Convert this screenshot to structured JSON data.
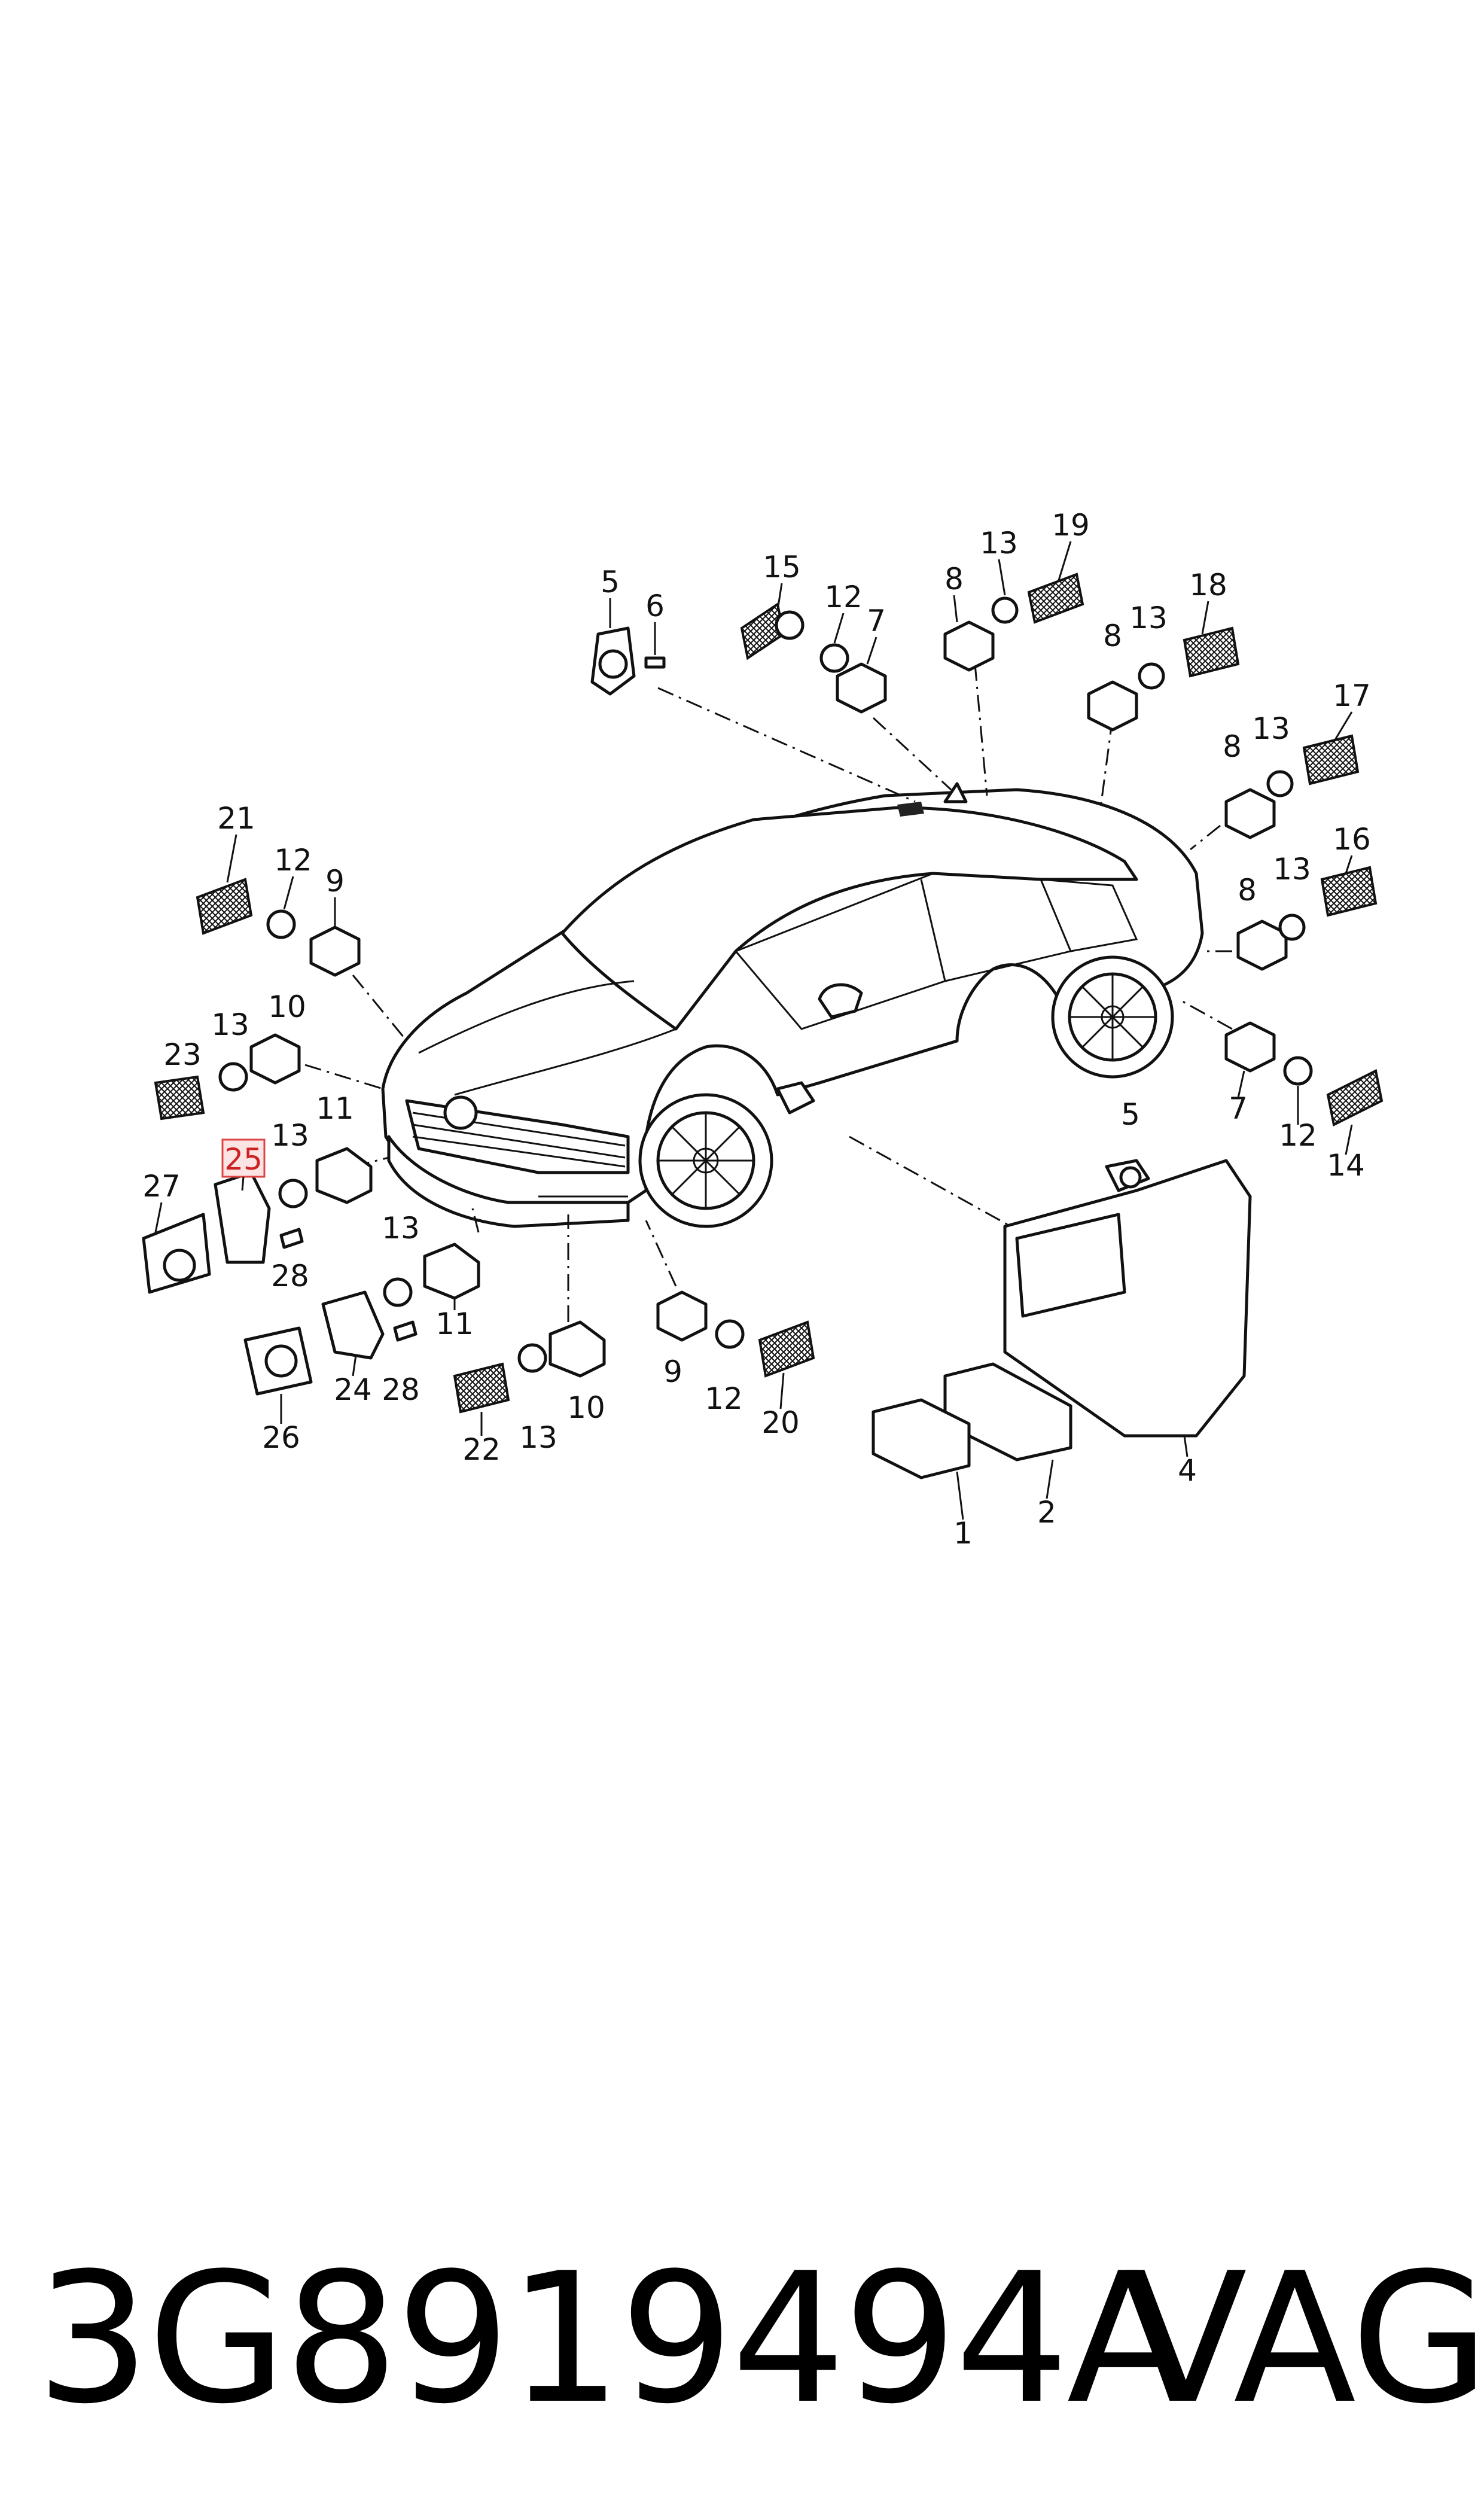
{
  "callouts": {
    "c5_top": "5",
    "c6": "6",
    "c15": "15",
    "c12_top": "12",
    "c7_top": "7",
    "c8_a": "8",
    "c13_a": "13",
    "c19": "19",
    "c18": "18",
    "c8_b": "8",
    "c13_b": "13",
    "c17": "17",
    "c8_c": "8",
    "c13_c": "13",
    "c16": "16",
    "c8_d": "8",
    "c13_d": "13",
    "c7_right": "7",
    "c12_right": "12",
    "c14": "14",
    "c21": "21",
    "c12_left": "12",
    "c9_left": "9",
    "c13_left": "13",
    "c10_left": "10",
    "c23": "23",
    "c25": "25",
    "c13_mid": "13",
    "c11_left": "11",
    "c27": "27",
    "c28_a": "28",
    "c24": "24",
    "c28_b": "28",
    "c26": "26",
    "c13_front": "13",
    "c11_front": "11",
    "c13_bot": "13",
    "c10_bot": "10",
    "c22": "22",
    "c9_bot": "9",
    "c12_bot": "12",
    "c20": "20",
    "c5_ctrl": "5",
    "c4": "4",
    "c2": "2",
    "c1": "1"
  },
  "highlight": {
    "label": "25",
    "color": "#d44444"
  },
  "footer": {
    "part_number": "3G8919494A",
    "brand": "VAG"
  }
}
